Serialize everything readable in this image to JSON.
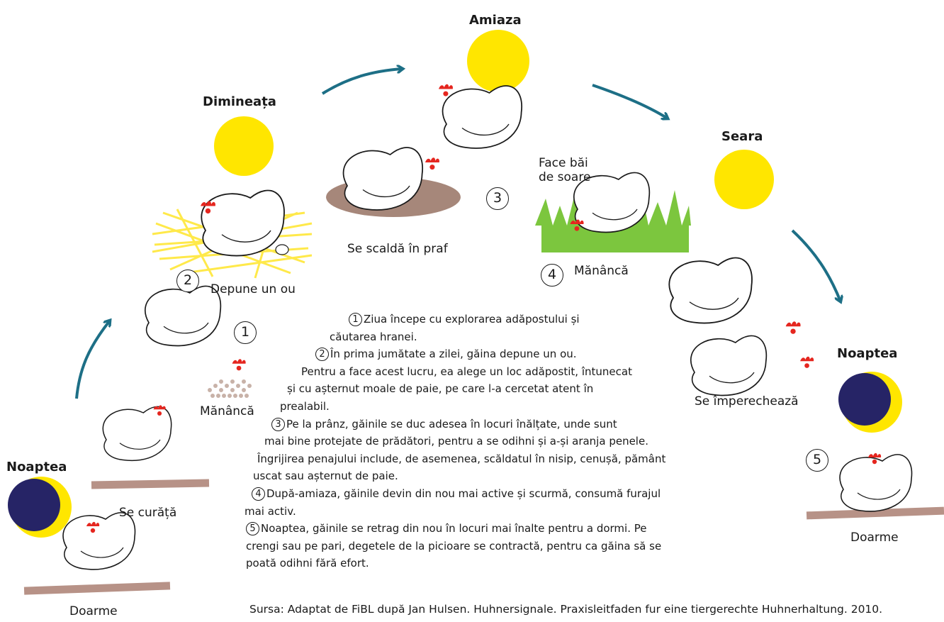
{
  "colors": {
    "arrow": "#1d6f86",
    "sun": "#ffe600",
    "moon": "#262466",
    "straw": "#ffe94a",
    "dust": "#a6877a",
    "grass": "#7cc63e",
    "perch": "#b79287",
    "comb": "#e5261f"
  },
  "times": {
    "night_left": "Noaptea",
    "morning": "Dimineața",
    "noon": "Amiaza",
    "evening": "Seara",
    "night_right": "Noaptea"
  },
  "activities": {
    "sleeps_left": "Doarme",
    "cleans": "Se curăță",
    "eats_1": "Mănâncă",
    "lays_egg": "Depune un ou",
    "dust_bath": "Se scaldă în praf",
    "sunbath_1": "Face băi",
    "sunbath_2": "de soare",
    "eats_4": "Mănâncă",
    "mates": "Se împerechează",
    "sleeps_right": "Doarme"
  },
  "step_numbers": [
    "1",
    "2",
    "3",
    "4",
    "5"
  ],
  "paragraph_lines": [
    {
      "num": "1",
      "text": "Ziua începe cu explorarea adăpostului și"
    },
    {
      "num": "",
      "text": "căutarea hranei."
    },
    {
      "num": "2",
      "text": "În prima jumătate a zilei, găina depune un ou."
    },
    {
      "num": "",
      "text": "Pentru a face acest lucru, ea alege un loc adăpostit, întunecat"
    },
    {
      "num": "",
      "text": "și cu așternut moale de paie, pe care l-a cercetat atent în"
    },
    {
      "num": "",
      "text": "prealabil."
    },
    {
      "num": "3",
      "text": "Pe la prânz, găinile se duc adesea în locuri înălțate, unde sunt"
    },
    {
      "num": "",
      "text": "mai bine protejate de prădători, pentru a se odihni și a-și aranja penele."
    },
    {
      "num": "",
      "text": "Îngrijirea penajului include, de asemenea, scăldatul în nisip, cenușă, pământ"
    },
    {
      "num": "",
      "text": "uscat sau așternut de paie."
    },
    {
      "num": "4",
      "text": "După-amiaza, găinile devin din nou mai active și scurmă, consumă furajul"
    },
    {
      "num": "",
      "text": "mai activ."
    },
    {
      "num": "5",
      "text": "Noaptea, găinile se retrag din nou în locuri mai înalte pentru a dormi. Pe"
    },
    {
      "num": "",
      "text": "crengi sau pe pari, degetele de la picioare se contractă, pentru ca găina să se"
    },
    {
      "num": "",
      "text": "poată odihni fără efort."
    }
  ],
  "source": "Sursa: Adaptat de FiBL după Jan Hulsen. Huhnersignale. Praxisleitfaden fur eine tiergerechte Huhnerhaltung. 2010.",
  "icons": {
    "sun": "sun-icon",
    "moon": "crescent-moon-icon",
    "arrow": "curved-arrow-icon",
    "hen": "hen-icon"
  }
}
